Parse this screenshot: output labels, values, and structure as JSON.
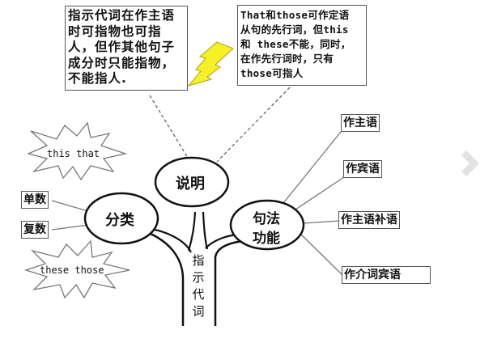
{
  "notes": {
    "subject_note": {
      "lines": [
        "指示代词在作主语",
        "时可指物也可指",
        "人，但作其他句子",
        "成分时只能指物，",
        "不能指人."
      ]
    },
    "antecedent_note": {
      "lines": [
        "That和those可作定语",
        "从句的先行词，但this",
        "和 these不能，同时，",
        "在作先行词时，只有",
        "those可指人"
      ]
    }
  },
  "center": {
    "trunk_label_chars": [
      "指",
      "示",
      "代",
      "词"
    ]
  },
  "nodes": {
    "explanation": "说明",
    "classification": "分类",
    "function_line1": "句法",
    "function_line2": "功能"
  },
  "classification_items": {
    "singular": "单数",
    "plural": "复数"
  },
  "bursts": {
    "singular_words": "this that",
    "plural_words": "these those"
  },
  "function_items": [
    "作主语",
    "作宾语",
    "作主语补语",
    "作介词宾语"
  ],
  "colors": {
    "line": "#222222",
    "box_border": "#555555",
    "lightning_fill": "#f5f02a",
    "lightning_stroke": "#b8b020",
    "dashed_line": "#666666",
    "watermark": "#e0e0e0"
  }
}
